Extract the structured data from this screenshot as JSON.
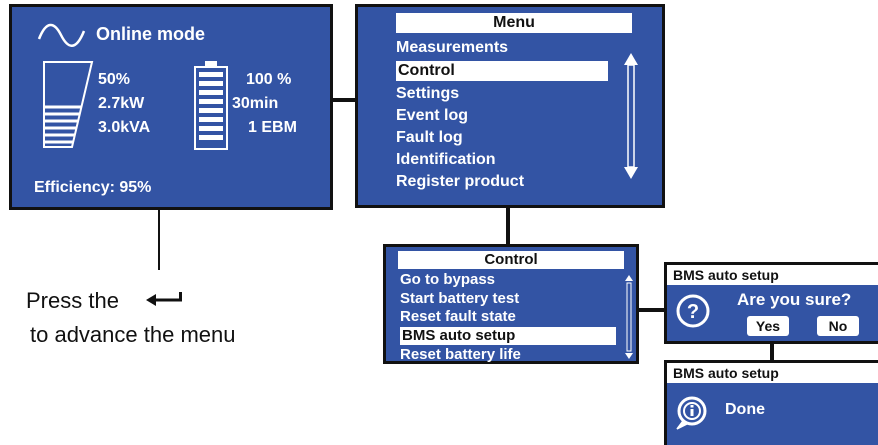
{
  "status_panel": {
    "mode": "Online mode",
    "load_percent": "50%",
    "load_kw": "2.7kW",
    "load_kva": "3.0kVA",
    "battery_percent": "100 %",
    "runtime": "30min",
    "ebm": "1 EBM",
    "efficiency": "Efficiency: 95%"
  },
  "menu_panel": {
    "title": "Menu",
    "items": [
      "Measurements",
      "Control",
      "Settings",
      "Event log",
      "Fault log",
      "Identification",
      "Register product"
    ],
    "selected": "Control"
  },
  "control_panel": {
    "title": "Control",
    "items": [
      "Go to bypass",
      "Start battery test",
      "Reset fault state",
      "BMS auto setup",
      "Reset battery life"
    ],
    "selected": "BMS auto setup"
  },
  "confirm_panel": {
    "title": "BMS auto setup",
    "question": "Are you sure?",
    "yes": "Yes",
    "no": "No"
  },
  "done_panel": {
    "title": "BMS auto setup",
    "message": "Done"
  },
  "instruction": {
    "line1": "Press the",
    "line2": "to advance the menu"
  },
  "colors": {
    "panel": "#3354a4",
    "border": "#111111",
    "text": "#ffffff"
  },
  "icons": [
    "sine-wave-icon",
    "load-gauge-icon",
    "battery-icon",
    "scroll-arrows-icon",
    "question-icon",
    "info-icon",
    "enter-arrow-icon"
  ]
}
